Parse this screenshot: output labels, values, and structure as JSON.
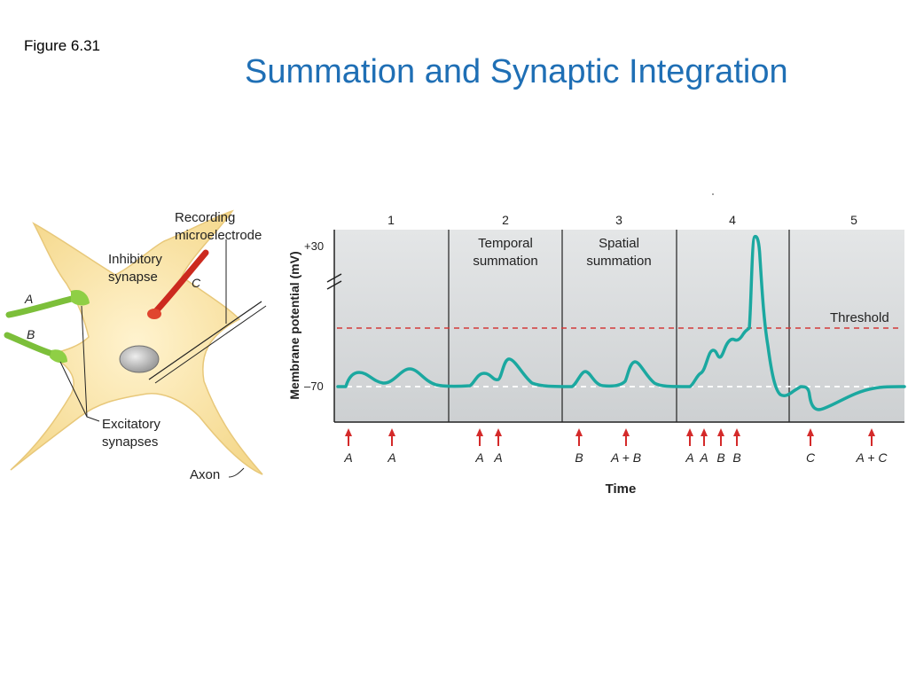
{
  "slide": {
    "figure_label": "Figure 6.31",
    "title": "Summation and Synaptic Integration"
  },
  "neuron": {
    "recording_label_1": "Recording",
    "recording_label_2": "microelectrode",
    "inhibitory_label_1": "Inhibitory",
    "inhibitory_label_2": "synapse",
    "synapse_c": "C",
    "synapse_a": "A",
    "synapse_b": "B",
    "excitatory_label_1": "Excitatory",
    "excitatory_label_2": "synapses",
    "axon_label": "Axon"
  },
  "chart": {
    "panels": [
      "1",
      "2",
      "3",
      "4",
      "5"
    ],
    "panel_captions": {
      "temporal_1": "Temporal",
      "temporal_2": "summation",
      "spatial_1": "Spatial",
      "spatial_2": "summation"
    },
    "y_label": "Membrane potential (mV)",
    "y_tick_top": "+30",
    "y_tick_bottom": "–70",
    "threshold_label": "Threshold",
    "x_label": "Time",
    "stimuli": [
      {
        "label": "A"
      },
      {
        "label": "A"
      },
      {
        "label": "A"
      },
      {
        "label": "A"
      },
      {
        "label": "B"
      },
      {
        "label": "A + B"
      },
      {
        "label": "A"
      },
      {
        "label": "A"
      },
      {
        "label": "B"
      },
      {
        "label": "B"
      },
      {
        "label": "C"
      },
      {
        "label": "A + C"
      }
    ],
    "colors": {
      "trace": "#1ba8a0",
      "threshold": "#d23a3a",
      "arrows": "#d42a2a",
      "background": "#d9dcdd"
    }
  }
}
